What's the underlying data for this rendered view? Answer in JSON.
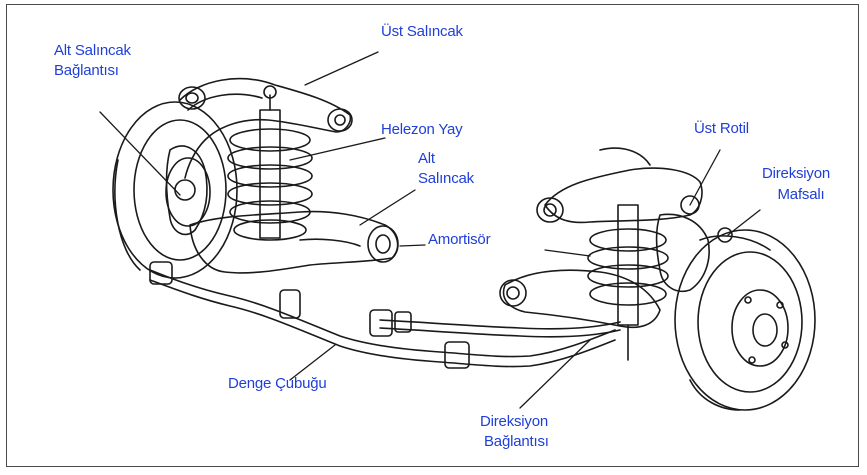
{
  "labels": {
    "ust_salincak": "Üst Salıncak",
    "alt_salincak_baglantisi_1": "Alt Salıncak",
    "alt_salincak_baglantisi_2": "Bağlantısı",
    "helezon_yay": "Helezon Yay",
    "alt_salincak_1": "Alt",
    "alt_salincak_2": "Salıncak",
    "amortisor": "Amortisör",
    "ust_rotil": "Üst Rotil",
    "direksiyon_mafsali_1": "Direksiyon",
    "direksiyon_mafsali_2": "Mafsalı",
    "denge_cubugu": "Denge Çubuğu",
    "direksiyon_baglantisi_1": "Direksiyon",
    "direksiyon_baglantisi_2": "Bağlantısı"
  },
  "colors": {
    "label": "#1f3fd8",
    "line": "#1a1a1a",
    "frame": "#4a4a4a"
  }
}
